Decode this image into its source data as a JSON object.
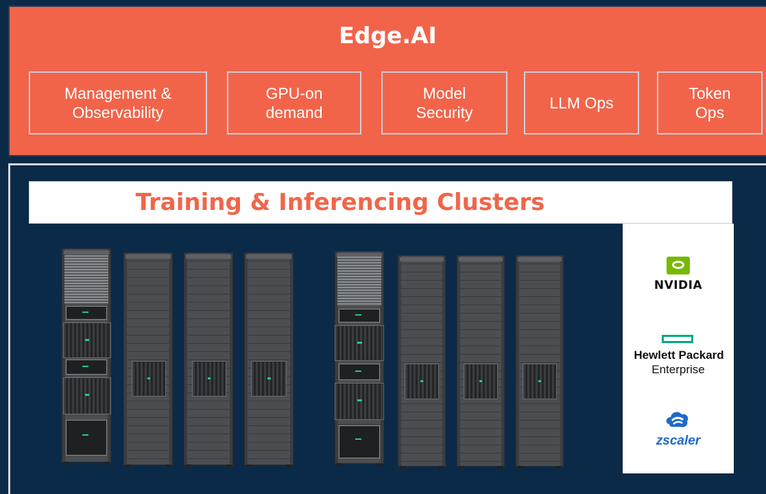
{
  "edge": {
    "title": "Edge.AI",
    "capabilities": [
      {
        "label": "Management &\nObservability"
      },
      {
        "label": "GPU-on\ndemand"
      },
      {
        "label": "Model\nSecurity"
      },
      {
        "label": "LLM Ops"
      },
      {
        "label": "Token\nOps"
      }
    ]
  },
  "clusters": {
    "title": "Training & Inferencing Clusters"
  },
  "partners": {
    "nvidia": "NVIDIA",
    "hpe_line1": "Hewlett Packard",
    "hpe_line2": "Enterprise",
    "zscaler": "zscaler",
    "nvidia_color": "#76b900",
    "hpe_color": "#01a982",
    "zscaler_color": "#1e6ac9"
  },
  "colors": {
    "edge_background": "#f2644a",
    "cluster_background": "#0b2a47",
    "cluster_title": "#f0664a"
  }
}
